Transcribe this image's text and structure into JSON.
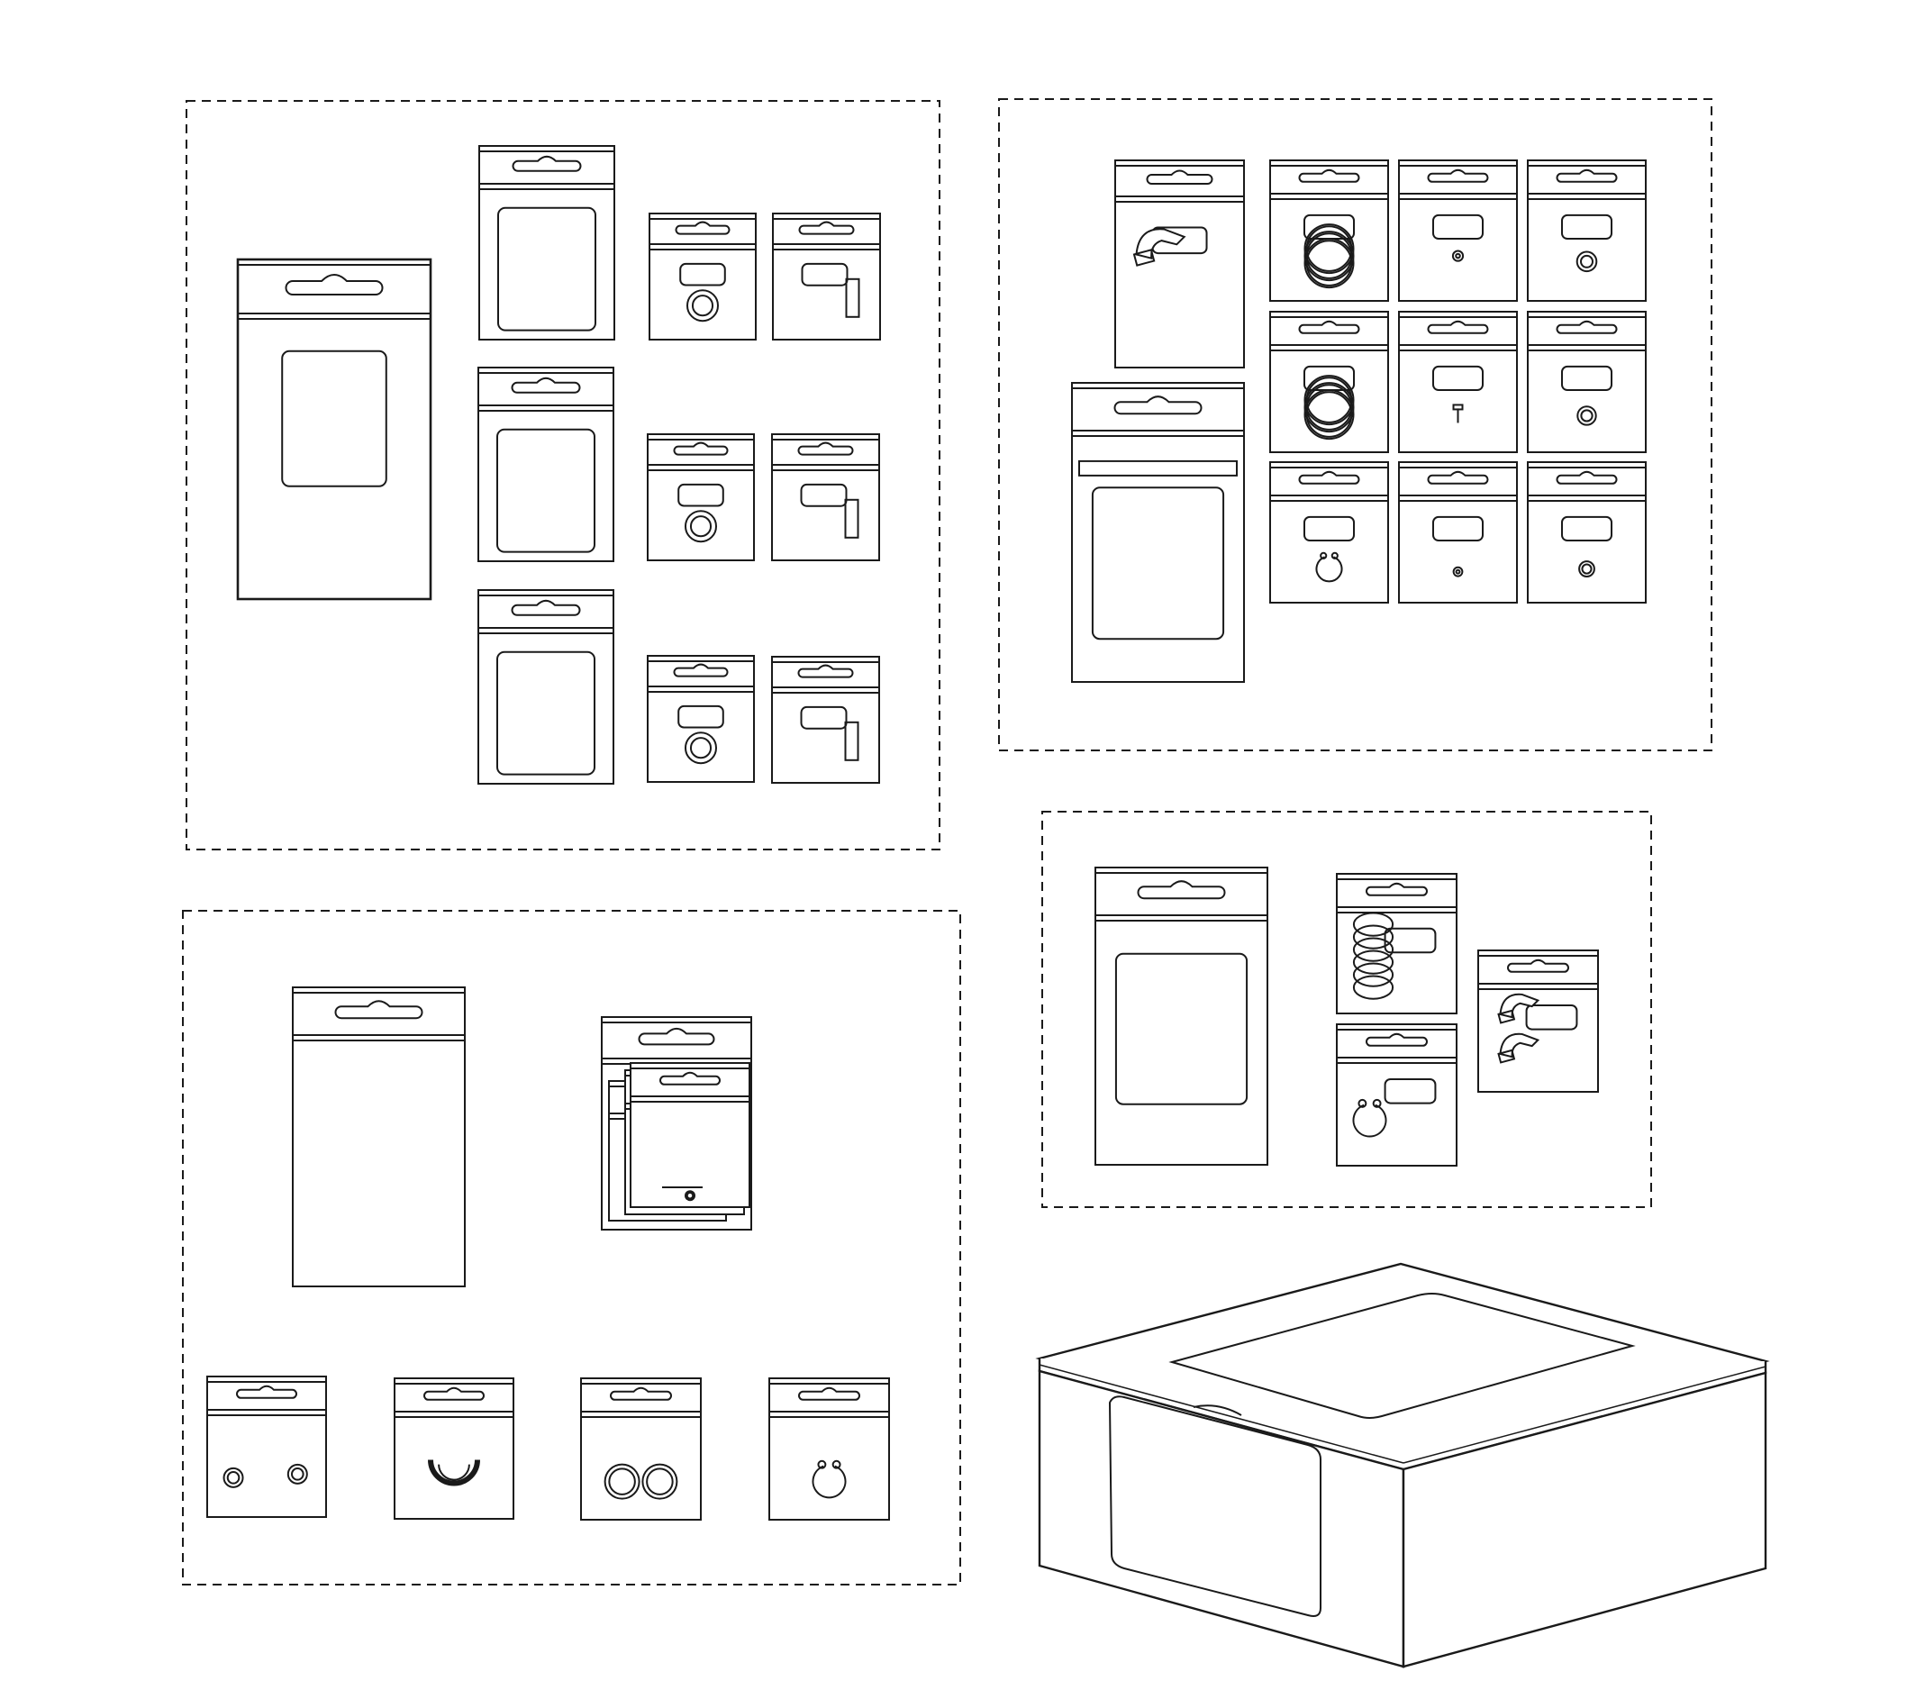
{
  "colors": {
    "line": "#1a1a1a",
    "paper": "#ffffff"
  },
  "groups": [
    {
      "id": "group-a",
      "contents": [
        "large-window-bag",
        "window-bag",
        "window-bag",
        "window-bag",
        "small-ring-bag",
        "small-ring-bag",
        "small-ring-bag",
        "small-bar-bag",
        "small-bar-bag",
        "small-bar-bag"
      ]
    },
    {
      "id": "group-b",
      "contents": [
        "clip-bag",
        "tall-window-bag",
        "ring-bag",
        "ring-bag",
        "seal-bag",
        "ring-bag",
        "screw-bag",
        "ring-bag",
        "snap-ring-bag",
        "washer-bag",
        "washer-bag"
      ]
    },
    {
      "id": "group-c",
      "contents": [
        "plain-tall-bag",
        "stacked-bags",
        "two-ring-bag",
        "clip-bag",
        "two-ring-bag",
        "snap-ring-bag"
      ]
    },
    {
      "id": "group-d",
      "contents": [
        "window-bag",
        "spring-ring-bag",
        "snap-ring-bag",
        "clip-bag"
      ]
    }
  ],
  "box": {
    "id": "shipping-box",
    "windows": 2
  }
}
